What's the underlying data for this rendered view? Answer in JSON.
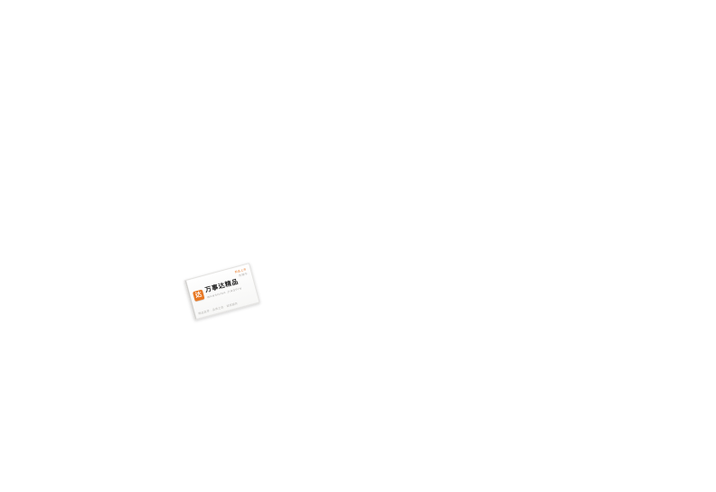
{
  "page": {
    "background_color": "#ffffff"
  },
  "card": {
    "accent_color": "#e87722",
    "logo_glyph": "达",
    "title": "万事达精品",
    "subtitle": "WANSHIDA JINGPIN",
    "description": "精品荟萃 · 品质之选 · 诚信服务",
    "corner_line1": "新品上市",
    "corner_line2": "热销中"
  }
}
